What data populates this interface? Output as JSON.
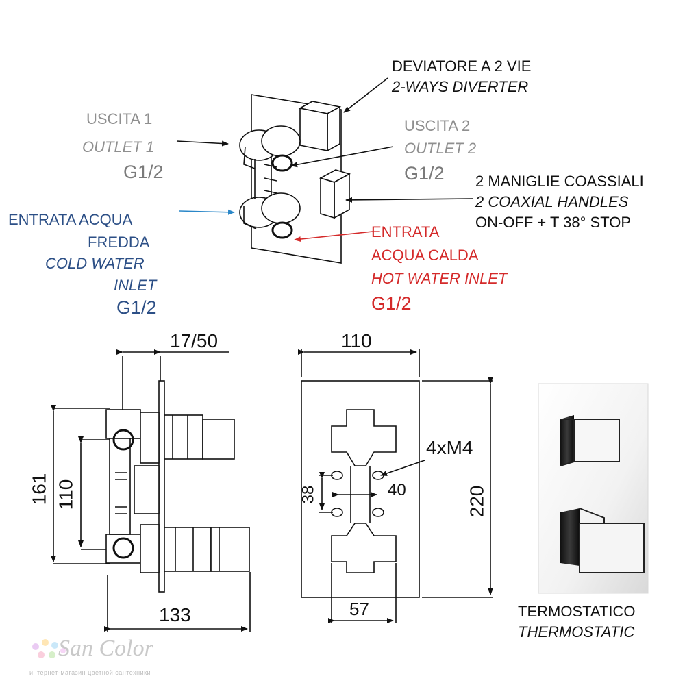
{
  "labels": {
    "diverter_it": "DEVIATORE A 2 VIE",
    "diverter_en": "2-WAYS DIVERTER",
    "outlet1_it": "USCITA 1",
    "outlet1_en": "OUTLET 1",
    "outlet1_size": "G1/2",
    "outlet2_it": "USCITA 2",
    "outlet2_en": "OUTLET 2",
    "outlet2_size": "G1/2",
    "handles_it": "2 MANIGLIE COASSIALI",
    "handles_en": "2 COAXIAL HANDLES",
    "handles_spec": "ON-OFF + T 38° STOP",
    "cold_it_1": "ENTRATA ACQUA",
    "cold_it_2": "FREDDA",
    "cold_en_1": "COLD WATER",
    "cold_en_2": "INLET",
    "cold_size": "G1/2",
    "hot_it_1": "ENTRATA",
    "hot_it_2": "ACQUA CALDA",
    "hot_en": "HOT WATER INLET",
    "hot_size": "G1/2",
    "thermo_it": "TERMOSTATICO",
    "thermo_en": "THERMOSTATIC"
  },
  "dimensions": {
    "side_depth": "17/50",
    "side_height_total": "161",
    "side_height_inner": "110",
    "side_width": "133",
    "front_width": "110",
    "front_height": "220",
    "screws": "4xM4",
    "screw_vertical": "38",
    "screw_horizontal": "40",
    "bottom_width": "57"
  },
  "watermark": {
    "name": "San Color",
    "subtitle": "интернет-магазин цветной сантехники"
  },
  "colors": {
    "blue": "#2c4f86",
    "red": "#d42a2a",
    "gray": "#8f8f8f",
    "line": "#111111"
  }
}
